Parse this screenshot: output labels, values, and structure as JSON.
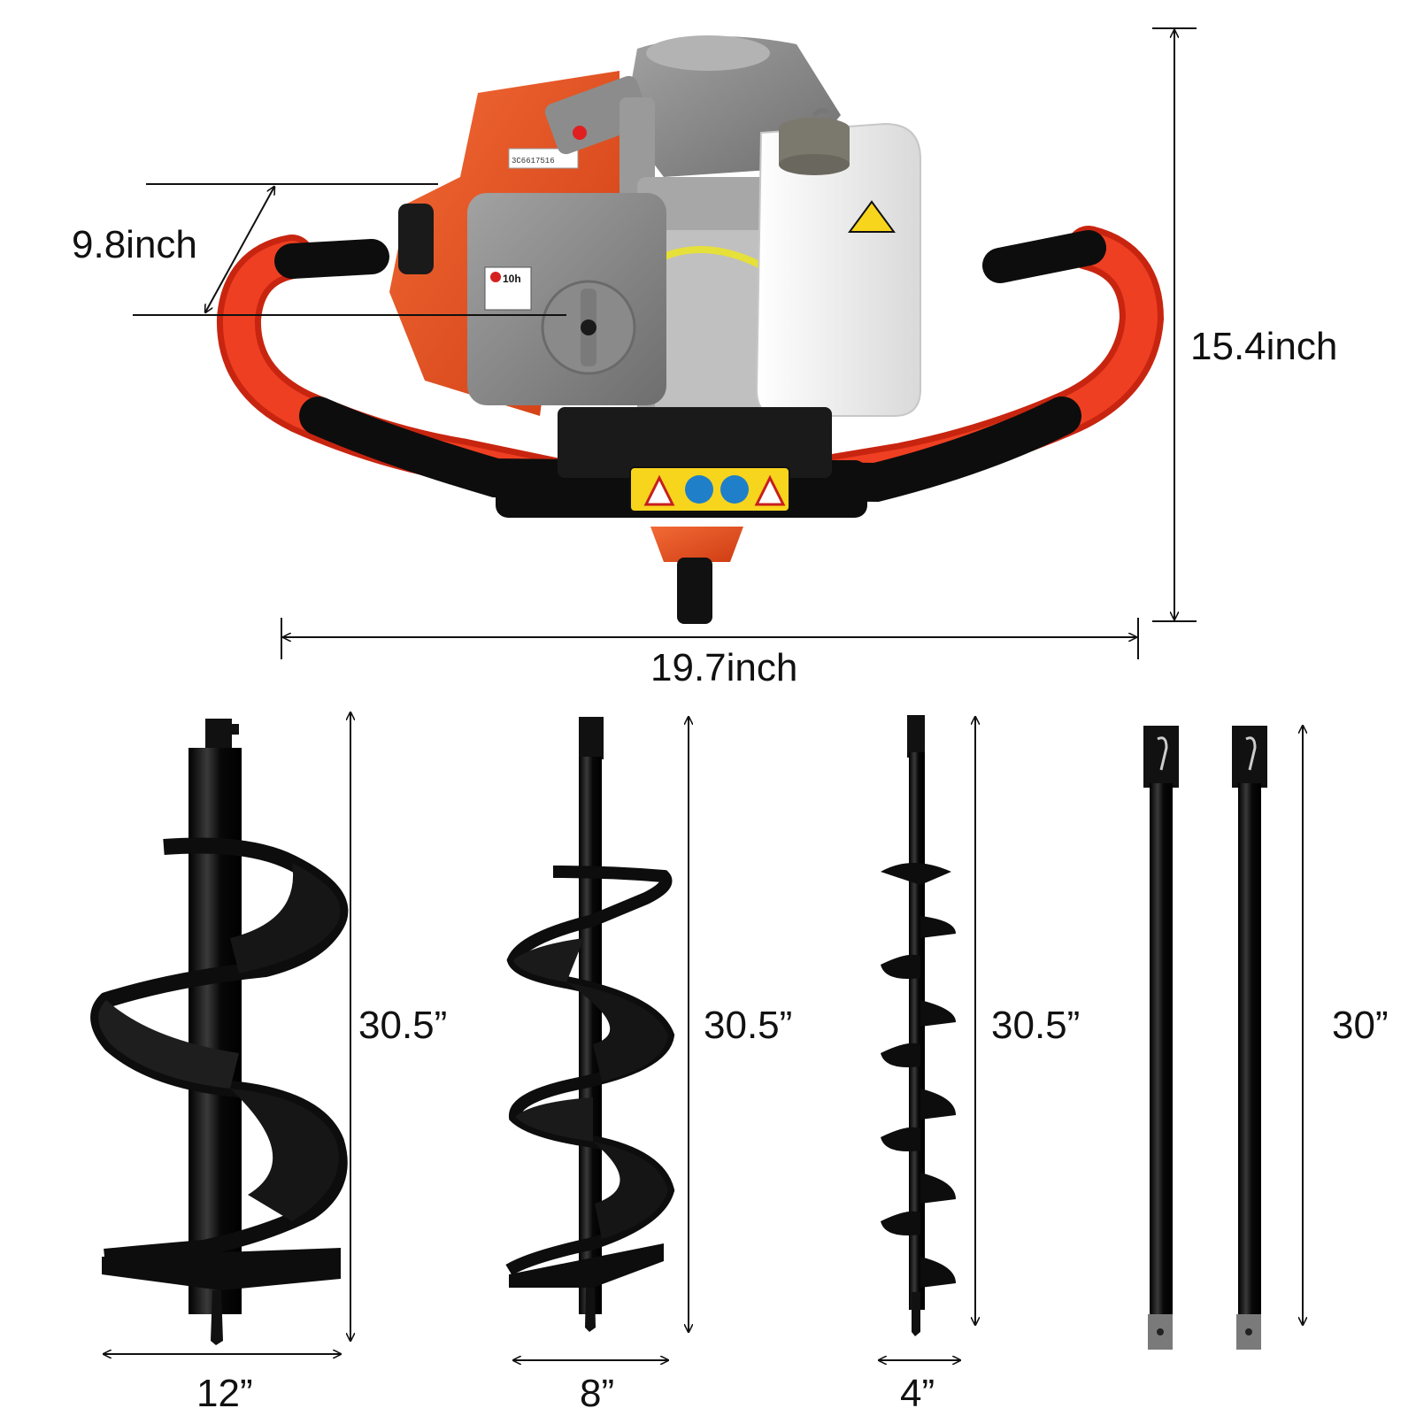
{
  "colors": {
    "engine_orange": "#e8501e",
    "engine_gray": "#8c8c8c",
    "handle_red": "#e0331a",
    "steel_black": "#0d0d0d",
    "tank_white": "#f2f2f2",
    "warning_yellow": "#f7d51d"
  },
  "dimensions": {
    "powerhead": {
      "width": "19.7inch",
      "depth": "9.8inch",
      "height": "15.4inch"
    },
    "auger_12": {
      "length": "30.5”",
      "diameter": "12”"
    },
    "auger_8": {
      "length": "30.5”",
      "diameter": "8”"
    },
    "auger_4": {
      "length": "30.5”",
      "diameter": "4”"
    },
    "extension_rods": {
      "length": "30”"
    }
  },
  "labels": {
    "engine_sticker": "10h",
    "barcode": "3C6617516"
  }
}
